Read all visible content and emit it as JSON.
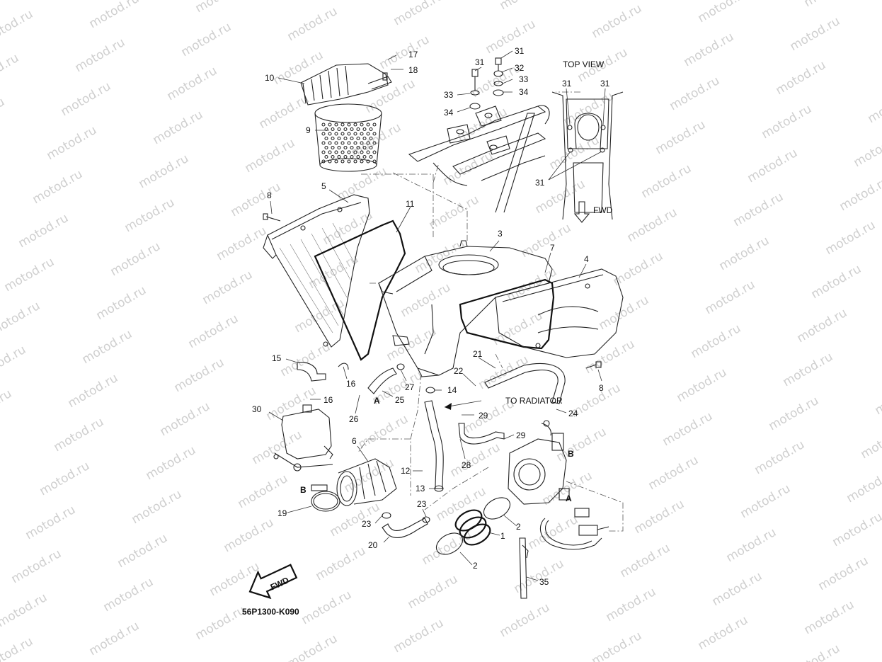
{
  "diagram_code": "56P1300-K090",
  "watermark": "motod.ru",
  "labels": {
    "top_view": "TOP VIEW",
    "fwd": "FWD",
    "fwd_arrow": "FWD",
    "to_radiator": "TO RADIATOR",
    "port_a": "A",
    "port_b": "B"
  },
  "callouts": [
    {
      "id": "c17",
      "text": "17"
    },
    {
      "id": "c18",
      "text": "18"
    },
    {
      "id": "c10",
      "text": "10"
    },
    {
      "id": "c9",
      "text": "9"
    },
    {
      "id": "c8a",
      "text": "8"
    },
    {
      "id": "c5",
      "text": "5"
    },
    {
      "id": "c11",
      "text": "11"
    },
    {
      "id": "c3",
      "text": "3"
    },
    {
      "id": "c7",
      "text": "7"
    },
    {
      "id": "c4",
      "text": "4"
    },
    {
      "id": "c31a",
      "text": "31"
    },
    {
      "id": "c31b",
      "text": "31"
    },
    {
      "id": "c32",
      "text": "32"
    },
    {
      "id": "c33a",
      "text": "33"
    },
    {
      "id": "c33b",
      "text": "33"
    },
    {
      "id": "c34a",
      "text": "34"
    },
    {
      "id": "c34b",
      "text": "34"
    },
    {
      "id": "c31c",
      "text": "31"
    },
    {
      "id": "c31d",
      "text": "31"
    },
    {
      "id": "c31e",
      "text": "31"
    },
    {
      "id": "c15",
      "text": "15"
    },
    {
      "id": "c16a",
      "text": "16"
    },
    {
      "id": "c16b",
      "text": "16"
    },
    {
      "id": "c27",
      "text": "27"
    },
    {
      "id": "c22",
      "text": "22"
    },
    {
      "id": "c21",
      "text": "21"
    },
    {
      "id": "c14",
      "text": "14"
    },
    {
      "id": "c8b",
      "text": "8"
    },
    {
      "id": "c25",
      "text": "25"
    },
    {
      "id": "c26",
      "text": "26"
    },
    {
      "id": "c30",
      "text": "30"
    },
    {
      "id": "c29a",
      "text": "29"
    },
    {
      "id": "c24",
      "text": "24"
    },
    {
      "id": "c29b",
      "text": "29"
    },
    {
      "id": "c6",
      "text": "6"
    },
    {
      "id": "c12",
      "text": "12"
    },
    {
      "id": "c28",
      "text": "28"
    },
    {
      "id": "c13",
      "text": "13"
    },
    {
      "id": "c19",
      "text": "19"
    },
    {
      "id": "c23a",
      "text": "23"
    },
    {
      "id": "c23b",
      "text": "23"
    },
    {
      "id": "c20",
      "text": "20"
    },
    {
      "id": "c1",
      "text": "1"
    },
    {
      "id": "c2a",
      "text": "2"
    },
    {
      "id": "c2b",
      "text": "2"
    },
    {
      "id": "c35",
      "text": "35"
    }
  ]
}
